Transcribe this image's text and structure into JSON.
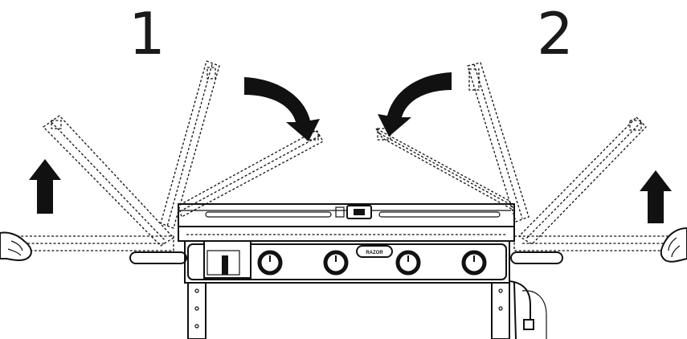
{
  "steps": [
    {
      "id": "step-1",
      "number": "1"
    },
    {
      "id": "step-2",
      "number": "2"
    }
  ],
  "brand_badge": {
    "text": "RAZOR"
  },
  "knobs": {
    "count": 4
  },
  "colors": {
    "line": "#111111",
    "background": "#ffffff"
  },
  "icons": [
    "curved-arrow-right-icon",
    "curved-arrow-left-icon",
    "up-arrow-icon",
    "hand-icon"
  ]
}
